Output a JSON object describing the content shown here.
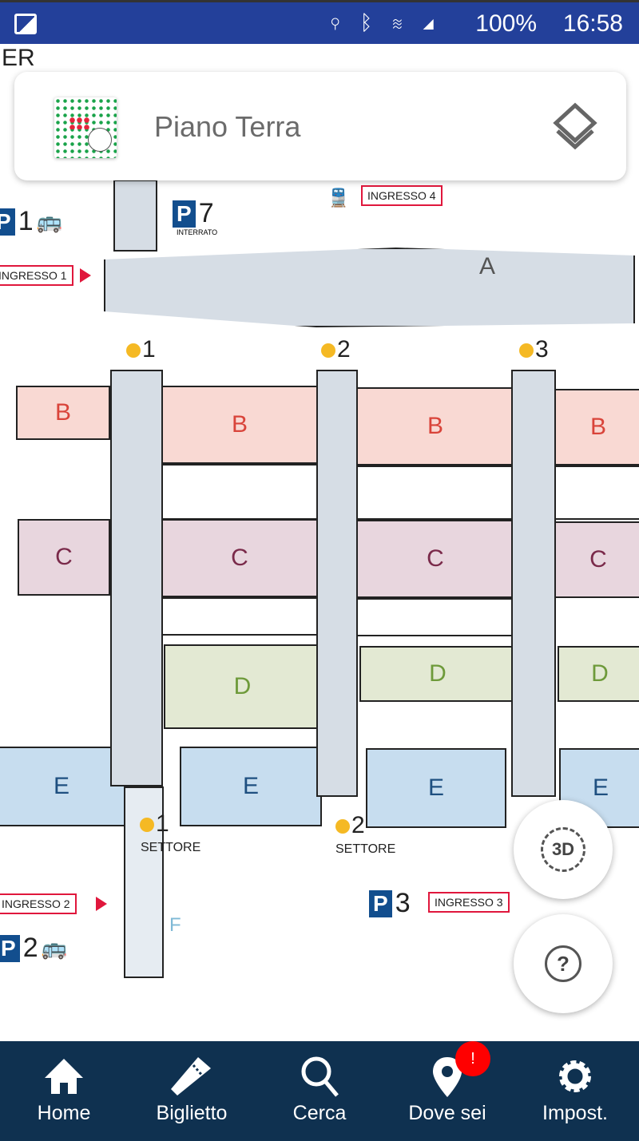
{
  "status_bar": {
    "battery": "100%",
    "time": "16:58",
    "icons": [
      "image-icon",
      "location-icon",
      "bluetooth-icon",
      "wifi-icon",
      "signal-icon",
      "battery-icon"
    ]
  },
  "header": {
    "title": "Piano Terra",
    "partial_text": "ER"
  },
  "map": {
    "halls": [
      "A",
      "B",
      "B",
      "B",
      "B",
      "C",
      "C",
      "C",
      "C",
      "D",
      "D",
      "D",
      "E",
      "E",
      "E",
      "E",
      "F"
    ],
    "entrances": [
      "INGRESSO 4",
      "INGRESSO 1",
      "INGRESSO 2",
      "INGRESSO 3"
    ],
    "parking": [
      {
        "label": "P",
        "number": "7",
        "sub": "INTERRATO"
      },
      {
        "label": "P",
        "number": "1"
      },
      {
        "label": "P",
        "number": "2"
      },
      {
        "label": "P",
        "number": "3"
      }
    ],
    "sectors": [
      "1",
      "2",
      "3"
    ],
    "settore_label": "SETTORE",
    "settore_numbers": [
      "1",
      "2"
    ]
  },
  "fabs": {
    "view3d": "3D"
  },
  "nav": [
    {
      "label": "Home",
      "icon": "home-icon"
    },
    {
      "label": "Biglietto",
      "icon": "ticket-icon"
    },
    {
      "label": "Cerca",
      "icon": "search-icon"
    },
    {
      "label": "Dove sei",
      "icon": "location-pin-icon",
      "badge": "!"
    },
    {
      "label": "Impost.",
      "icon": "gear-icon"
    }
  ],
  "colors": {
    "status": "#23409a",
    "nav": "#0f3150",
    "accent": "#e0173c"
  }
}
